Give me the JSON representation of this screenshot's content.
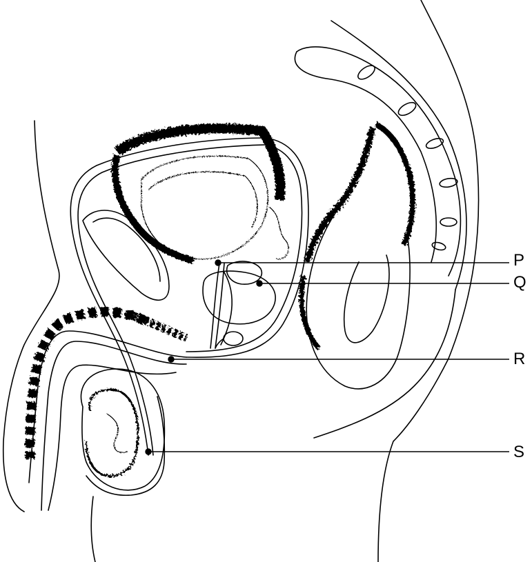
{
  "labels": {
    "p": "P",
    "q": "Q",
    "r": "R",
    "s": "S"
  },
  "colors": {
    "ink": "#000000",
    "paper": "#ffffff"
  }
}
